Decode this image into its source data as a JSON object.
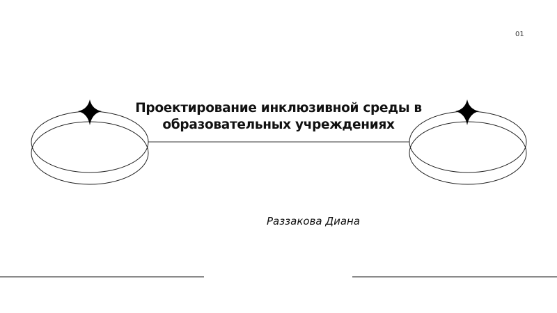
{
  "slide": {
    "page_number": "01",
    "title": "Проектирование инклюзивной среды в образовательных учреждениях",
    "title_line1": "Проектирование инклюзивной среды в",
    "title_line2": "образовательных учреждениях",
    "author": "Раззакова Диана"
  },
  "decorations": {
    "left_ring": "double-ellipse-ring-icon",
    "right_ring": "double-ellipse-ring-icon",
    "star": "four-point-star-icon",
    "line_color": "#222222"
  }
}
